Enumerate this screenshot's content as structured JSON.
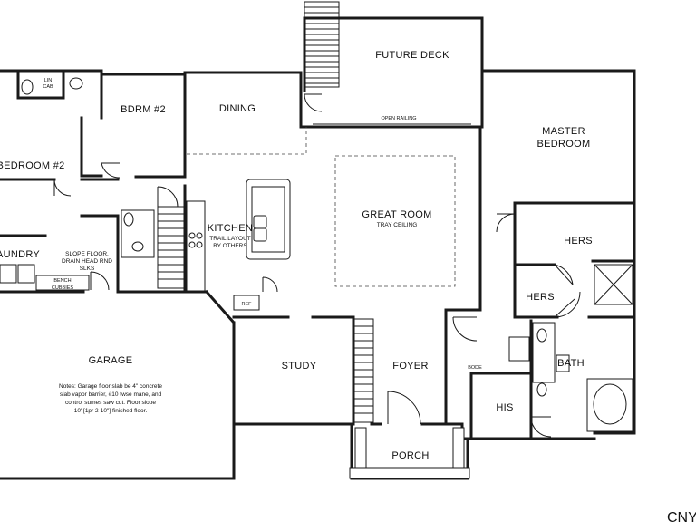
{
  "rooms": {
    "future_deck": "FUTURE DECK",
    "open_railing": "OPEN RAILING",
    "master_bedroom_line1": "MASTER",
    "master_bedroom_line2": "BEDROOM",
    "bdrm2": "BDRM #2",
    "dining": "DINING",
    "bedroom2": "BEDROOM #2",
    "great_room": "GREAT ROOM",
    "tray_ceiling": "TRAY CEILING",
    "kitchen": "KITCHEN",
    "kitchen_note_1": "TRAIL LAYOUT",
    "kitchen_note_2": "BY OTHERS",
    "laundry": "AUNDRY",
    "slope_note_1": "SLOPE FLOOR,",
    "slope_note_2": "DRAIN HEAD RND",
    "slope_note_3": "SLKS",
    "bench": "BENCH",
    "cubbies": "CUBBIES",
    "hers_closet": "HERS",
    "hers_bath": "HERS",
    "bath": "BATH",
    "his": "HIS",
    "garage": "GARAGE",
    "study": "STUDY",
    "foyer": "FOYER",
    "porch": "PORCH",
    "ref": "REF",
    "bode": "BODE",
    "linen": "LIN",
    "linen_cab": "CAB",
    "watermark": "CNY"
  },
  "garage_note": {
    "line1": "Notes: Garage floor slab be 4\" concrete",
    "line2": "slab vapor barrier, #10 twse mane, and",
    "line3": "control sumes saw cut.  Floor slope",
    "line4": "10' [1pr 2-10\"] finished floor."
  }
}
